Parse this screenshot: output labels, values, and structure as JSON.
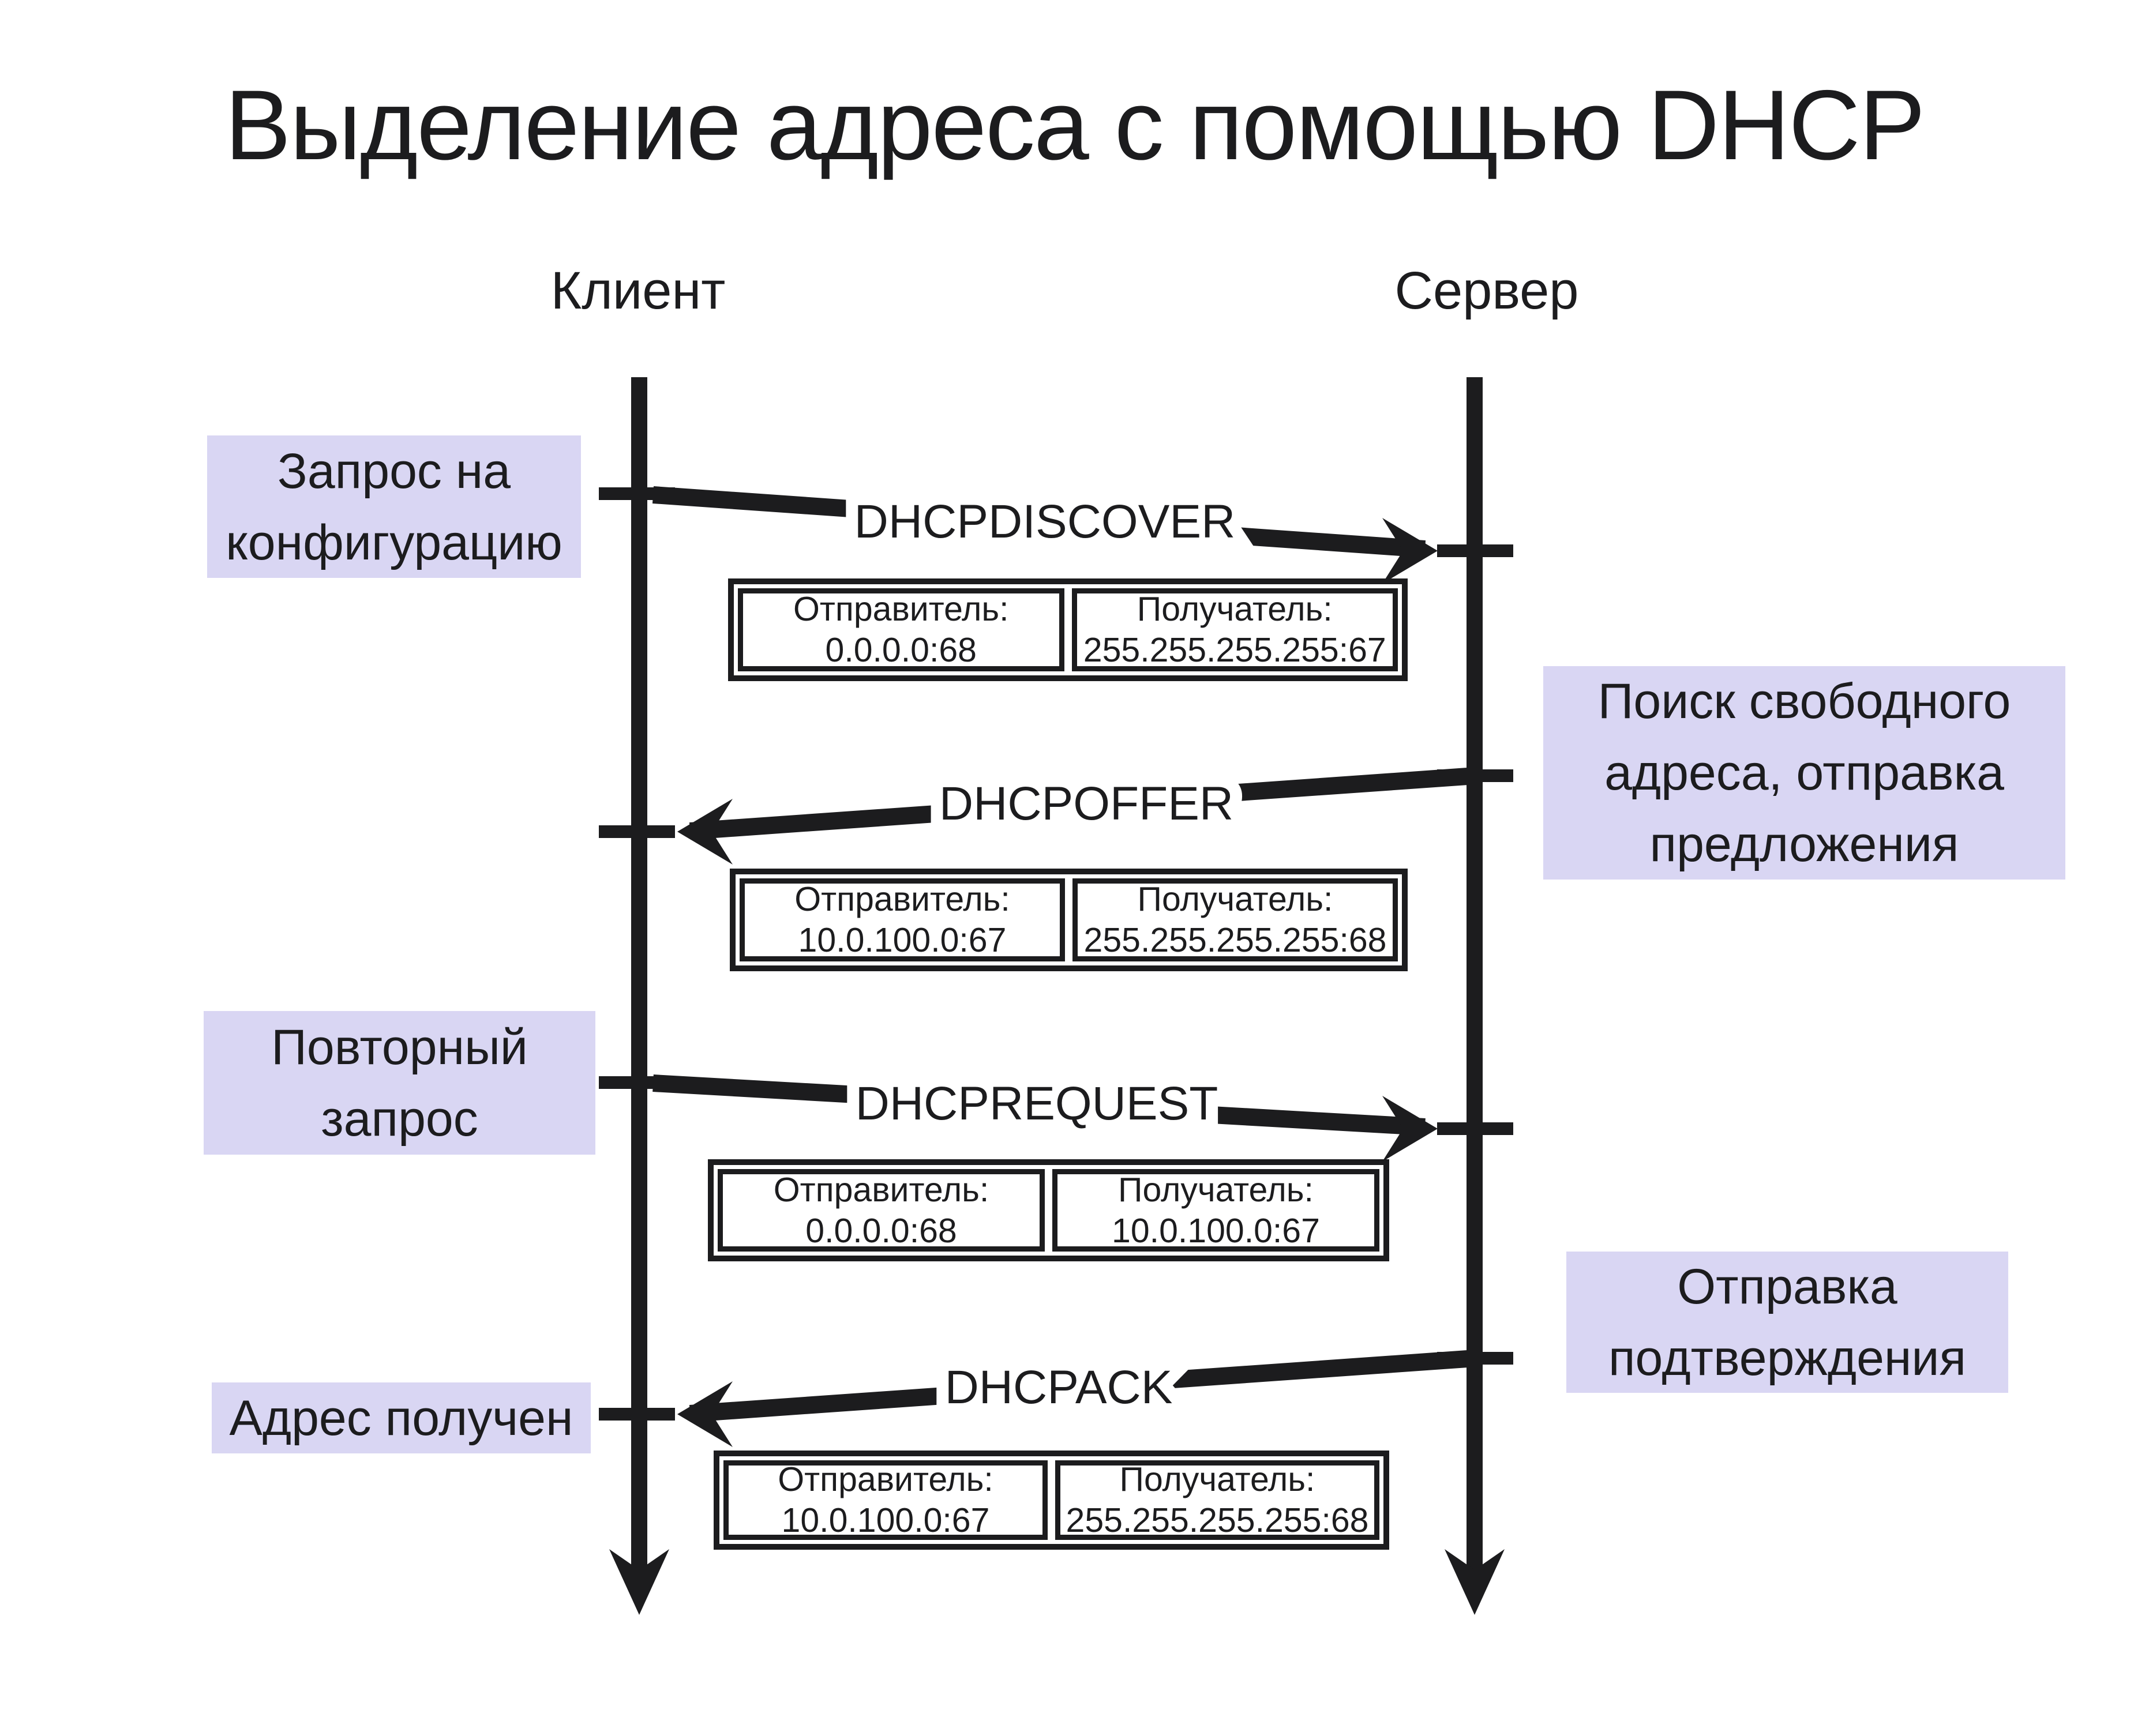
{
  "title": "Выделение адреса с помощью DHCP",
  "actors": {
    "client": "Клиент",
    "server": "Сервер"
  },
  "messages": [
    {
      "label": "DHCPDISCOVER",
      "from": "client",
      "to": "server",
      "packet": {
        "sender_label": "Отправитель:",
        "sender_value": "0.0.0.0:68",
        "receiver_label": "Получатель:",
        "receiver_value": "255.255.255.255:67"
      }
    },
    {
      "label": "DHCPOFFER",
      "from": "server",
      "to": "client",
      "packet": {
        "sender_label": "Отправитель:",
        "sender_value": "10.0.100.0:67",
        "receiver_label": "Получатель:",
        "receiver_value": "255.255.255.255:68"
      }
    },
    {
      "label": "DHCPREQUEST",
      "from": "client",
      "to": "server",
      "packet": {
        "sender_label": "Отправитель:",
        "sender_value": "0.0.0.0:68",
        "receiver_label": "Получатель:",
        "receiver_value": "10.0.100.0:67"
      }
    },
    {
      "label": "DHCPACK",
      "from": "server",
      "to": "client",
      "packet": {
        "sender_label": "Отправитель:",
        "sender_value": "10.0.100.0:67",
        "receiver_label": "Получатель:",
        "receiver_value": "255.255.255.255:68"
      }
    }
  ],
  "notes": [
    {
      "side": "left",
      "lines": [
        "Запрос на",
        "конфигурацию"
      ]
    },
    {
      "side": "right",
      "lines": [
        "Поиск свободного",
        "адреса, отправка",
        "предложения"
      ]
    },
    {
      "side": "left",
      "lines": [
        "Повторный",
        "запрос"
      ]
    },
    {
      "side": "right",
      "lines": [
        "Отправка",
        "подтверждения"
      ]
    },
    {
      "side": "left",
      "lines": [
        "Адрес получен"
      ]
    }
  ],
  "colors": {
    "background": "#ffffff",
    "ink": "#1c1c1e",
    "note_bg": "#d9d6f3"
  }
}
